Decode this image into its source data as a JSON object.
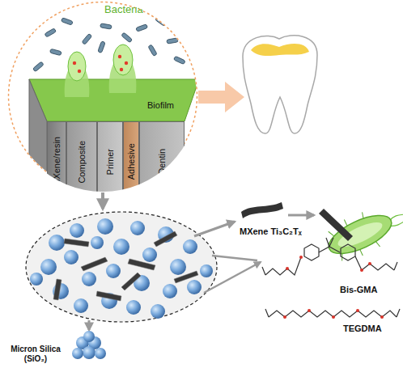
{
  "diagram": {
    "nodes": [
      {
        "text": [
          "Bacteria"
        ]
      },
      {
        "text": [
          "MXene/resin"
        ],
        "in": 0
      },
      {
        "text": [
          "Composite"
        ],
        "in": 0
      },
      {
        "text": [
          "Primer"
        ],
        "in": 0
      },
      {
        "text": [
          "Adhesive"
        ],
        "in": 0
      },
      {
        "text": [
          "Dentin"
        ],
        "in": 0
      }
    ],
    "labels": [
      "Biofilm",
      "MXene Ti₃C₂Tₓ",
      "Bis-GMA",
      "TEGDMA",
      "Micron Silica (SiO₂)"
    ]
  }
}
